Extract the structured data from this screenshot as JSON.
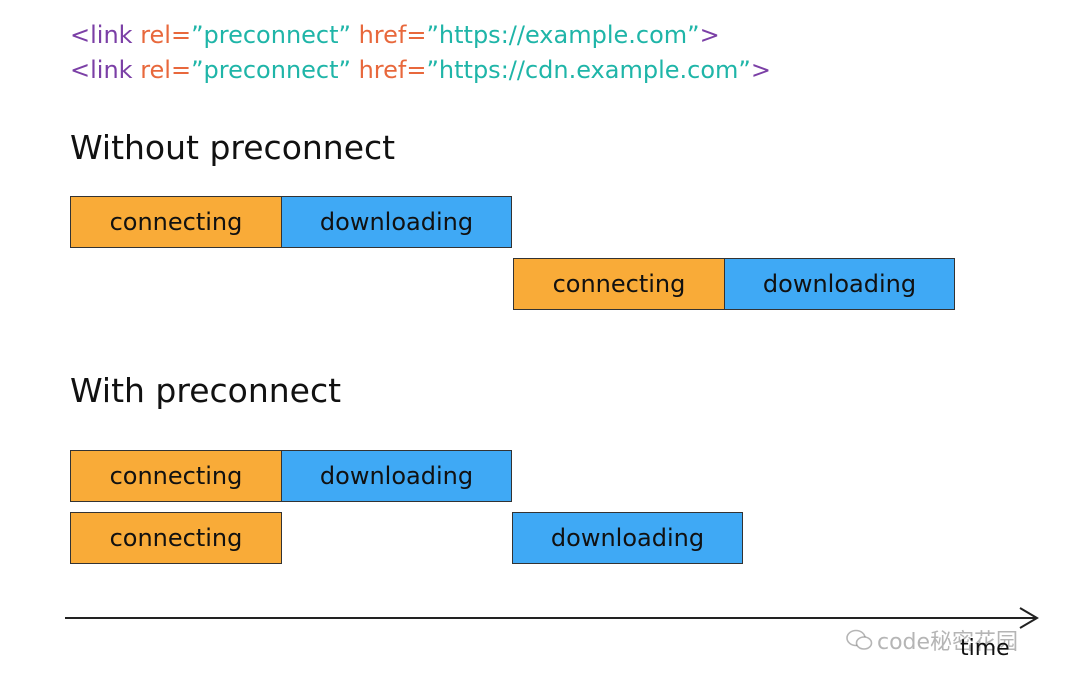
{
  "code": {
    "line1": {
      "tag_open": "<link",
      "rel_attr": " rel=",
      "rel_val": "”preconnect”",
      "href_attr": " href=",
      "href_val": "”https://example.com”",
      "tag_close": ">"
    },
    "line2": {
      "tag_open": "<link",
      "rel_attr": " rel=",
      "rel_val": "”preconnect”",
      "href_attr": " href=",
      "href_val": "”https://cdn.example.com”",
      "tag_close": ">"
    }
  },
  "sections": {
    "without": {
      "title": "Without preconnect"
    },
    "with": {
      "title": "With preconnect"
    }
  },
  "labels": {
    "connecting": "connecting",
    "downloading": "downloading"
  },
  "axis": {
    "label": "time"
  },
  "watermark": {
    "text": "code秘密花园"
  },
  "colors": {
    "connecting": "#f9ab38",
    "downloading": "#3fa9f5",
    "tag": "#7b3fa6",
    "attr": "#e8683c",
    "value": "#1fb5a8"
  }
}
